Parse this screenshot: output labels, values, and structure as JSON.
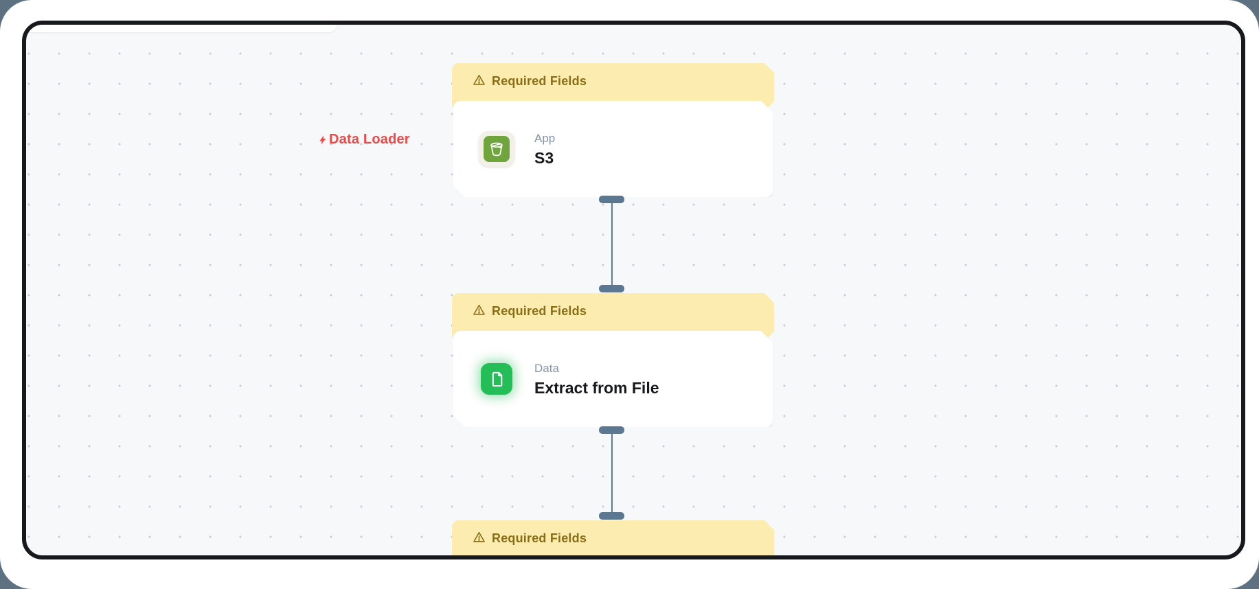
{
  "flow_label": {
    "text": "Data Loader",
    "icon": "lightning-icon"
  },
  "nodes": [
    {
      "banner": "Required Fields",
      "category": "App",
      "title": "S3",
      "icon": "s3-bucket-icon"
    },
    {
      "banner": "Required Fields",
      "category": "Data",
      "title": "Extract from File",
      "icon": "file-document-icon"
    },
    {
      "banner": "Required Fields"
    }
  ],
  "edges": [
    {
      "from": "S3",
      "to": "Extract from File"
    },
    {
      "from": "Extract from File",
      "to": "node-3"
    }
  ],
  "colors": {
    "backdrop_slate": "#5e7183",
    "canvas_bg": "#f7f8fa",
    "canvas_border": "#17191d",
    "dot_grid": "#c7cbd3",
    "banner_bg": "#fcecb0",
    "banner_text": "#8a6d14",
    "flow_label_red": "#f04747",
    "s3_green": "#6fa53c",
    "file_green": "#24bd58",
    "handle_slate": "#5b7792",
    "edge_slate": "#5e7b96"
  }
}
